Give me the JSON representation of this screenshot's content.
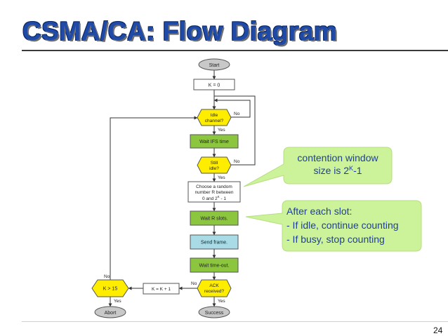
{
  "slide": {
    "title": "CSMA/CA: Flow Diagram",
    "page_number": "24"
  },
  "flow": {
    "start": "Start",
    "k_init": "K = 0",
    "idle_channel_1": "Idle",
    "idle_channel_2": "channel?",
    "wait_ifs": "Wait IFS time",
    "still_idle_1": "Still",
    "still_idle_2": "idle?",
    "choose_1": "Choose a random",
    "choose_2": "number R between",
    "choose_3a": "0 and 2",
    "choose_3sup": "K",
    "choose_3b": " - 1",
    "wait_r": "Wait R slots.",
    "send_frame": "Send frame.",
    "wait_timeout": "Wait time-out.",
    "ack_1": "ACK",
    "ack_2": "received?",
    "k_increment": "K = K + 1",
    "k_check": "K > 15",
    "abort": "Abort",
    "success": "Success",
    "yes": "Yes",
    "no": "No"
  },
  "callouts": {
    "contention_line1": "contention window",
    "contention_line2a": "size is 2",
    "contention_sup": "K",
    "contention_line2b": "-1",
    "slot_line1": "After each slot:",
    "slot_line2": "- If idle, continue counting",
    "slot_line3": "- If busy, stop counting"
  },
  "colors": {
    "title": "#1f4aa7",
    "terminal": "#c8c8c8",
    "process_green": "#8cc63f",
    "process_blue": "#a9dbe6",
    "decision_yellow": "#ffed00",
    "callout_fill": "#ccf29a",
    "callout_text": "#1f3f9a"
  }
}
